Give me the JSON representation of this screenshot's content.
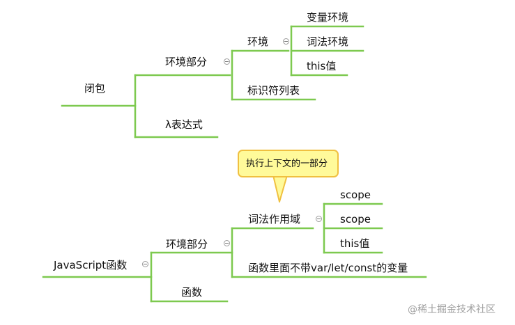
{
  "colors": {
    "branch": "#7dc94f",
    "callout_fill": "#fffa9a",
    "callout_border": "#f0c040"
  },
  "tree1": {
    "root": "闭包",
    "env": "环境部分",
    "env_child": "环境",
    "env_leaves": [
      "变量环境",
      "词法环境",
      "this值"
    ],
    "symbol_table": "标识符列表",
    "lambda": "λ表达式"
  },
  "tree2": {
    "root": "JavaScript函数",
    "env": "环境部分",
    "lexical_scope": "词法作用域",
    "scope_leaves": [
      "scope",
      "scope",
      "this值"
    ],
    "body_vars": "函数里面不带var/let/const的变量",
    "func": "函数"
  },
  "callout": {
    "text": "执行上下文的一部分"
  },
  "watermark": "@稀土掘金技术社区"
}
